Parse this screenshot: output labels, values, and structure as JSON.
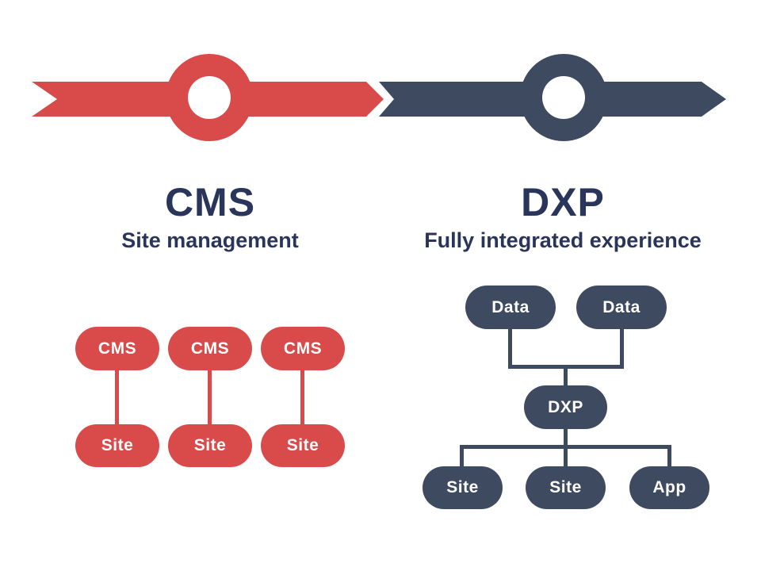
{
  "colors": {
    "red": "#d94b4b",
    "navy": "#3e4a5f",
    "heading_text": "#29355a",
    "pill_text": "#ffffff",
    "background": "#ffffff"
  },
  "left_section": {
    "title": "CMS",
    "subtitle": "Site management",
    "pairs": [
      {
        "parent": "CMS",
        "child": "Site"
      },
      {
        "parent": "CMS",
        "child": "Site"
      },
      {
        "parent": "CMS",
        "child": "Site"
      }
    ]
  },
  "right_section": {
    "title": "DXP",
    "subtitle": "Fully integrated experience",
    "top_nodes": [
      "Data",
      "Data"
    ],
    "center_node": "DXP",
    "bottom_nodes": [
      "Site",
      "Site",
      "App"
    ]
  }
}
